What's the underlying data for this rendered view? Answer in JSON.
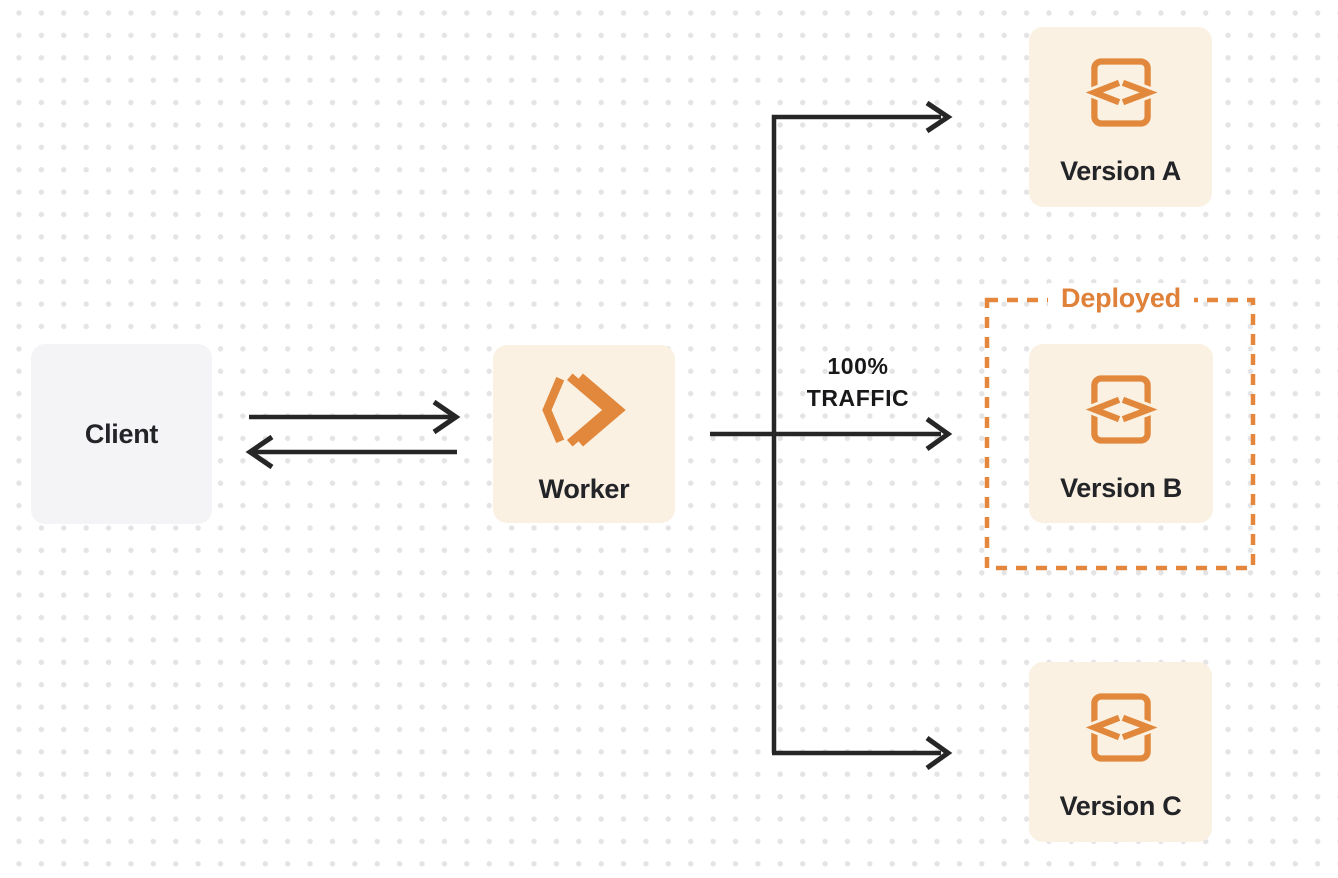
{
  "diagram": {
    "nodes": {
      "client": {
        "label": "Client"
      },
      "worker": {
        "label": "Worker",
        "icon": "cloudflare-workers-logo-icon"
      },
      "version_a": {
        "label": "Version A",
        "icon": "code-file-icon"
      },
      "version_b": {
        "label": "Version B",
        "icon": "code-file-icon"
      },
      "version_c": {
        "label": "Version C",
        "icon": "code-file-icon"
      }
    },
    "annotations": {
      "deployed_label": "Deployed",
      "traffic_line1": "100%",
      "traffic_line2": "TRAFFIC"
    },
    "colors": {
      "accent_orange": "#e4873c",
      "cream_box_bg": "#faf1e2",
      "gray_box_bg": "#f4f4f6",
      "arrow_dark": "#262626",
      "label_dark": "#232428",
      "dot_grid": "#e4e4e6",
      "page_bg": "#ffffff"
    }
  }
}
